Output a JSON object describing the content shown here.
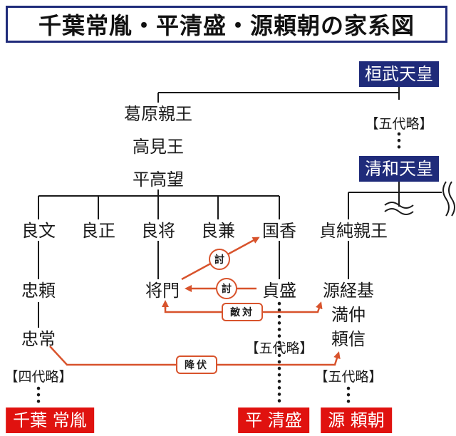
{
  "title": "千葉常胤・平清盛・源頼朝の家系図",
  "nodes": {
    "kanmu": "桓武天皇",
    "kazurahara": "葛原親王",
    "takami": "高見王",
    "takamochi": "平高望",
    "yoshifumi": "良文",
    "yoshimasa": "良正",
    "yoshimochi": "良将",
    "yoshikane": "良兼",
    "kunika": "国香",
    "tadayori": "忠頼",
    "tadatsune": "忠常",
    "masakado": "将門",
    "sadamori": "貞盛",
    "seiwa": "清和天皇",
    "sadazumi": "貞純親王",
    "tsunemoto": "源経基",
    "mitsunaka": "満仲",
    "yorinobu": "頼信",
    "chiba": "千葉 常胤",
    "kiyomori": "平 清盛",
    "yoritomo": "源 頼朝"
  },
  "notes": {
    "gap_kanmu": "【五代略】",
    "gap_sadamori": "【五代略】",
    "gap_tadatsune": "【四代略】",
    "gap_yorinobu": "【五代略】"
  },
  "relations": {
    "uchi_1": "討",
    "uchi_2": "討",
    "tekitai": "敵対",
    "koufuku": "降伏"
  },
  "colors": {
    "navy": "#1f2b7a",
    "red": "#e0120f",
    "arrow": "#d8532c",
    "line": "#1a1a1a"
  }
}
